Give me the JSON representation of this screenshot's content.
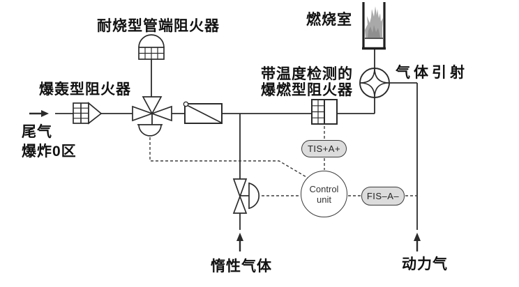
{
  "diagram": {
    "labels": {
      "pipe_end_arrester": "耐烧型管端阻火器",
      "combustion_chamber": "燃烧室",
      "detonation_arrester": "爆轰型阻火器",
      "tail_gas": "尾气",
      "explosion_zone": "爆炸0区",
      "temp_arrester_line1": "带温度检测的",
      "temp_arrester_line2": "爆燃型阻火器",
      "gas_ejection": "气体引射",
      "inert_gas": "惰性气体",
      "power_gas": "动力气"
    },
    "instruments": {
      "tis_tag": "TIS+A+",
      "fis_tag": "FIS–A–",
      "control_unit_line1": "Control",
      "control_unit_line2": "unit"
    },
    "colors": {
      "line": "#2b2b2b",
      "signal_line": "#3a3a3a",
      "pill_fill": "#dcdcdc",
      "pill_border": "#3a3a3a",
      "flame_outer": "#a9a9a9",
      "flame_inner": "#8f8f8f",
      "text": "#111111"
    }
  }
}
